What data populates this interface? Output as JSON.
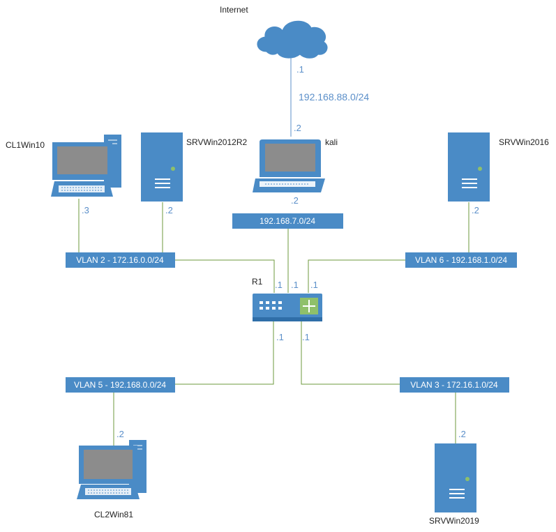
{
  "colors": {
    "device_blue": "#4a8bc6",
    "device_dark": "#2f6ea8",
    "screen_grey": "#8c8c8c",
    "link_green": "#6e9a3c",
    "link_blue": "#5b8fc9",
    "ip_label": "#5b8fc9",
    "router_accent": "#8fc06a",
    "box_text": "#ffffff"
  },
  "nodes": {
    "internet": {
      "label": "Internet",
      "icon": "cloud-icon"
    },
    "kali": {
      "label": "kali",
      "icon": "laptop-icon"
    },
    "cl1win10": {
      "label": "CL1Win10",
      "icon": "desktop-pc-icon"
    },
    "srvwin2012r2": {
      "label": "SRVWin2012R2",
      "icon": "server-icon"
    },
    "srvwin2016": {
      "label": "SRVWin2016",
      "icon": "server-icon"
    },
    "r1": {
      "label": "R1",
      "icon": "router-icon"
    },
    "cl2win81": {
      "label": "CL2Win81",
      "icon": "desktop-pc-icon"
    },
    "srvwin2019": {
      "label": "SRVWin2019",
      "icon": "server-icon"
    }
  },
  "networks": {
    "wan": "192.168.88.0/24",
    "kali_net": "192.168.7.0/24",
    "vlan2": "VLAN 2 - 172.16.0.0/24",
    "vlan6": "VLAN 6 - 192.168.1.0/24",
    "vlan5": "VLAN 5 - 192.168.0.0/24",
    "vlan3": "VLAN 3 - 172.16.1.0/24"
  },
  "ips": {
    "internet_dot1": ".1",
    "kali_wan_dot2": ".2",
    "kali_lan_dot2": ".2",
    "cl1_dot3": ".3",
    "srv2012_dot2": ".2",
    "srv2016_dot2": ".2",
    "r1_vlan2_dot1": ".1",
    "r1_kali_dot1": ".1",
    "r1_vlan6_dot1": ".1",
    "r1_vlan5_dot1": ".1",
    "r1_vlan3_dot1": ".1",
    "cl2_dot2": ".2",
    "srv2019_dot2": ".2"
  }
}
